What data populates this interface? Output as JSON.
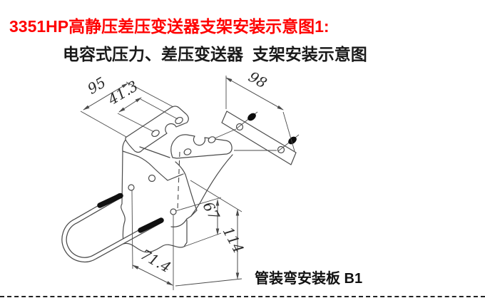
{
  "page": {
    "background": "#ffffff",
    "accent_red": "#ff0000",
    "line_color": "#4a4a4a"
  },
  "title": {
    "text": "3351HP高静压差压变送器支架安装示意图1:",
    "color": "#ff0000"
  },
  "subtitle": {
    "text": "电容式压力、差压变送器  支架安装示意图"
  },
  "diagram": {
    "caption": "管装弯安装板 B1",
    "dimensions": {
      "flange_width": "95",
      "flange_hole_spacing": "41.3",
      "strip_length": "98",
      "hole_offset": "67",
      "total_height": "114",
      "ubolt_hole_spacing": "71.4"
    }
  },
  "divider": {
    "style": "dashed"
  }
}
